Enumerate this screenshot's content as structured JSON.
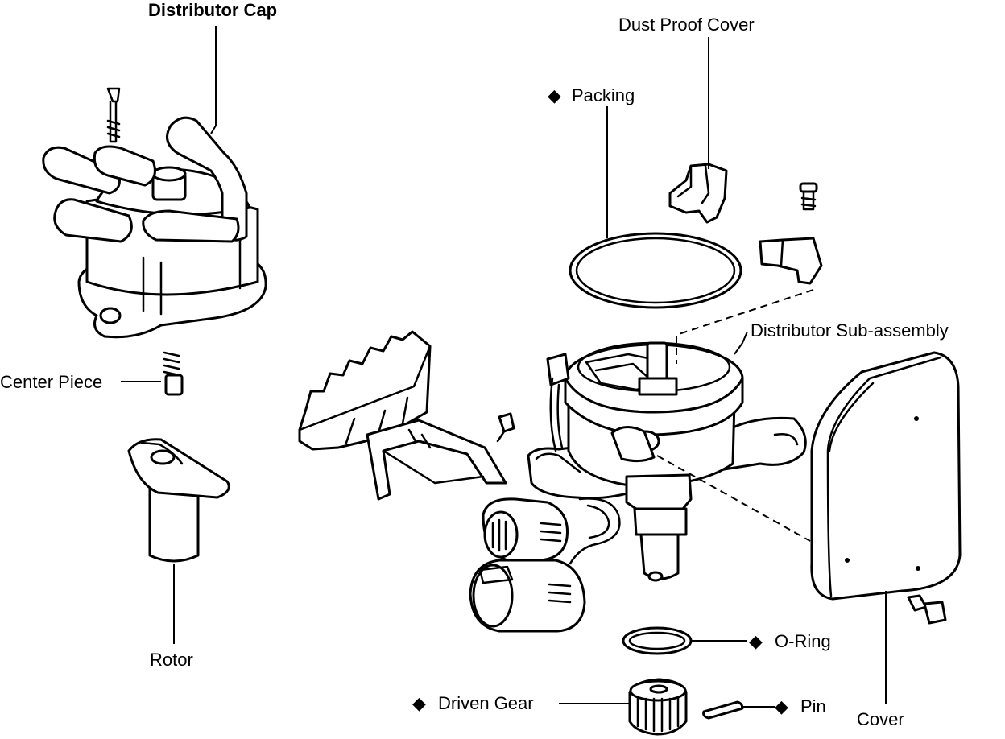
{
  "labels": {
    "distributor_cap": "Distributor Cap",
    "center_piece": "Center Piece",
    "rotor": "Rotor",
    "dust_proof_cover": "Dust Proof Cover",
    "packing": "Packing",
    "distributor_sub_assembly": "Distributor Sub-assembly",
    "o_ring": "O-Ring",
    "driven_gear": "Driven Gear",
    "pin": "Pin",
    "cover": "Cover"
  },
  "marker_symbol": "◆"
}
